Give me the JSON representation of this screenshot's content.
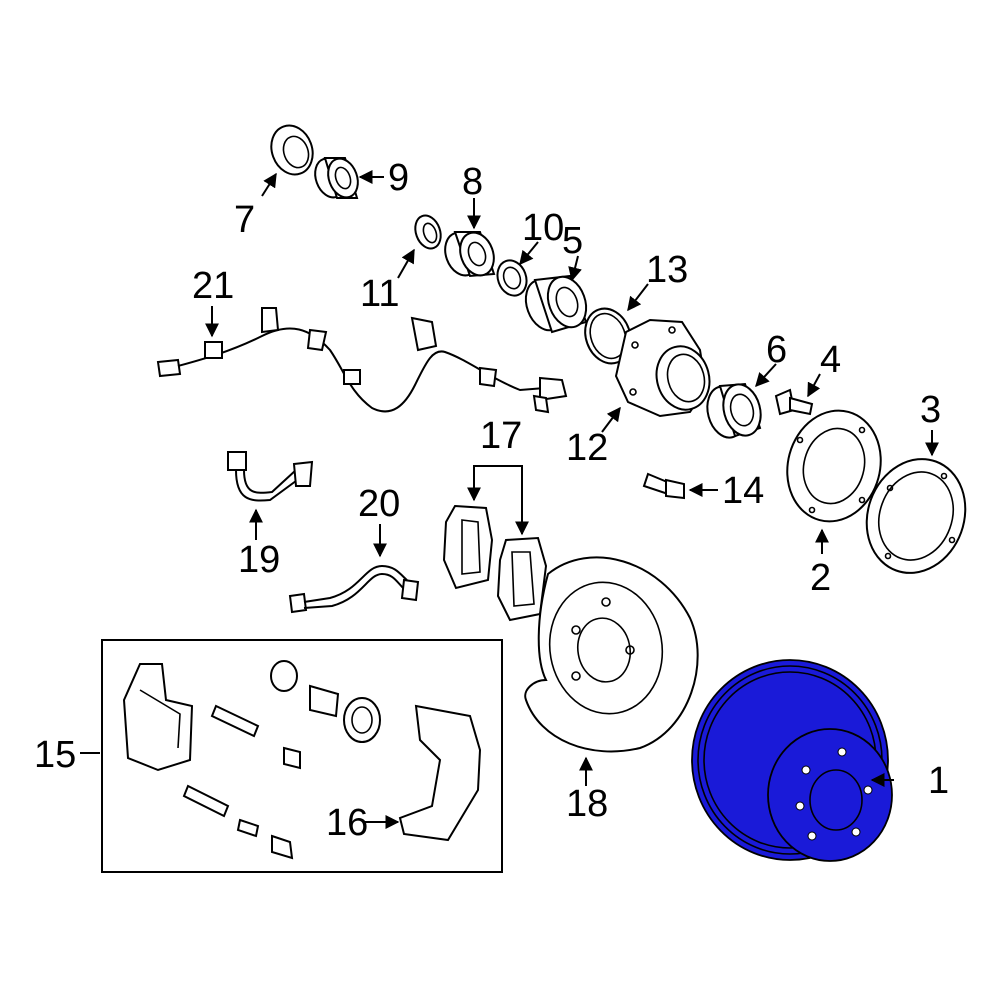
{
  "diagram": {
    "highlight_color": "#1a1ad8",
    "callouts": {
      "c1": "1",
      "c2": "2",
      "c3": "3",
      "c4": "4",
      "c5": "5",
      "c6": "6",
      "c7": "7",
      "c8": "8",
      "c9": "9",
      "c10": "10",
      "c11": "11",
      "c12": "12",
      "c13": "13",
      "c14": "14",
      "c15": "15",
      "c16": "16",
      "c17": "17",
      "c18": "18",
      "c19": "19",
      "c20": "20",
      "c21": "21"
    }
  }
}
